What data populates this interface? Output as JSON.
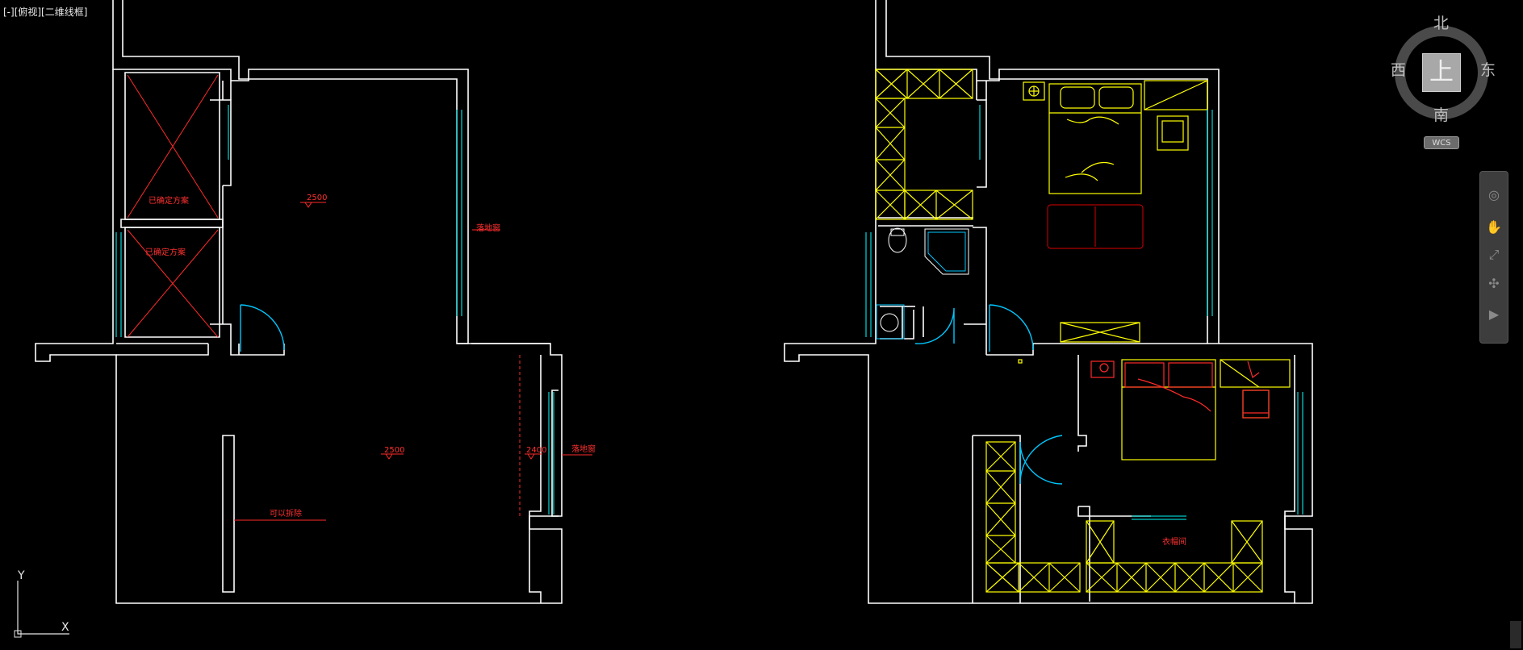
{
  "viewport": {
    "label": "[-][俯视][二维线框]"
  },
  "view_cube": {
    "face": "上",
    "north": "北",
    "south": "南",
    "west": "西",
    "east": "东",
    "wcs": "WCS"
  },
  "ucs": {
    "x": "X",
    "y": "Y"
  },
  "plan_left": {
    "texts": [
      "已确定方案",
      "已确定方案",
      "2500",
      "落地窗",
      "2500",
      "2400",
      "落地窗",
      "可以拆除"
    ]
  },
  "plan_right": {
    "texts": [
      "衣帽间"
    ]
  },
  "navbar": {
    "icons": [
      "full-navigation-wheel-icon",
      "pan-icon",
      "zoom-icon",
      "orbit-icon",
      "showmotion-icon"
    ]
  },
  "colors": {
    "background": "#000000",
    "wall": "#ffffff",
    "annotation": "#ff2a2a",
    "furniture": "#ffff00",
    "window": "#00c8c8",
    "door": "#00c8ff"
  }
}
